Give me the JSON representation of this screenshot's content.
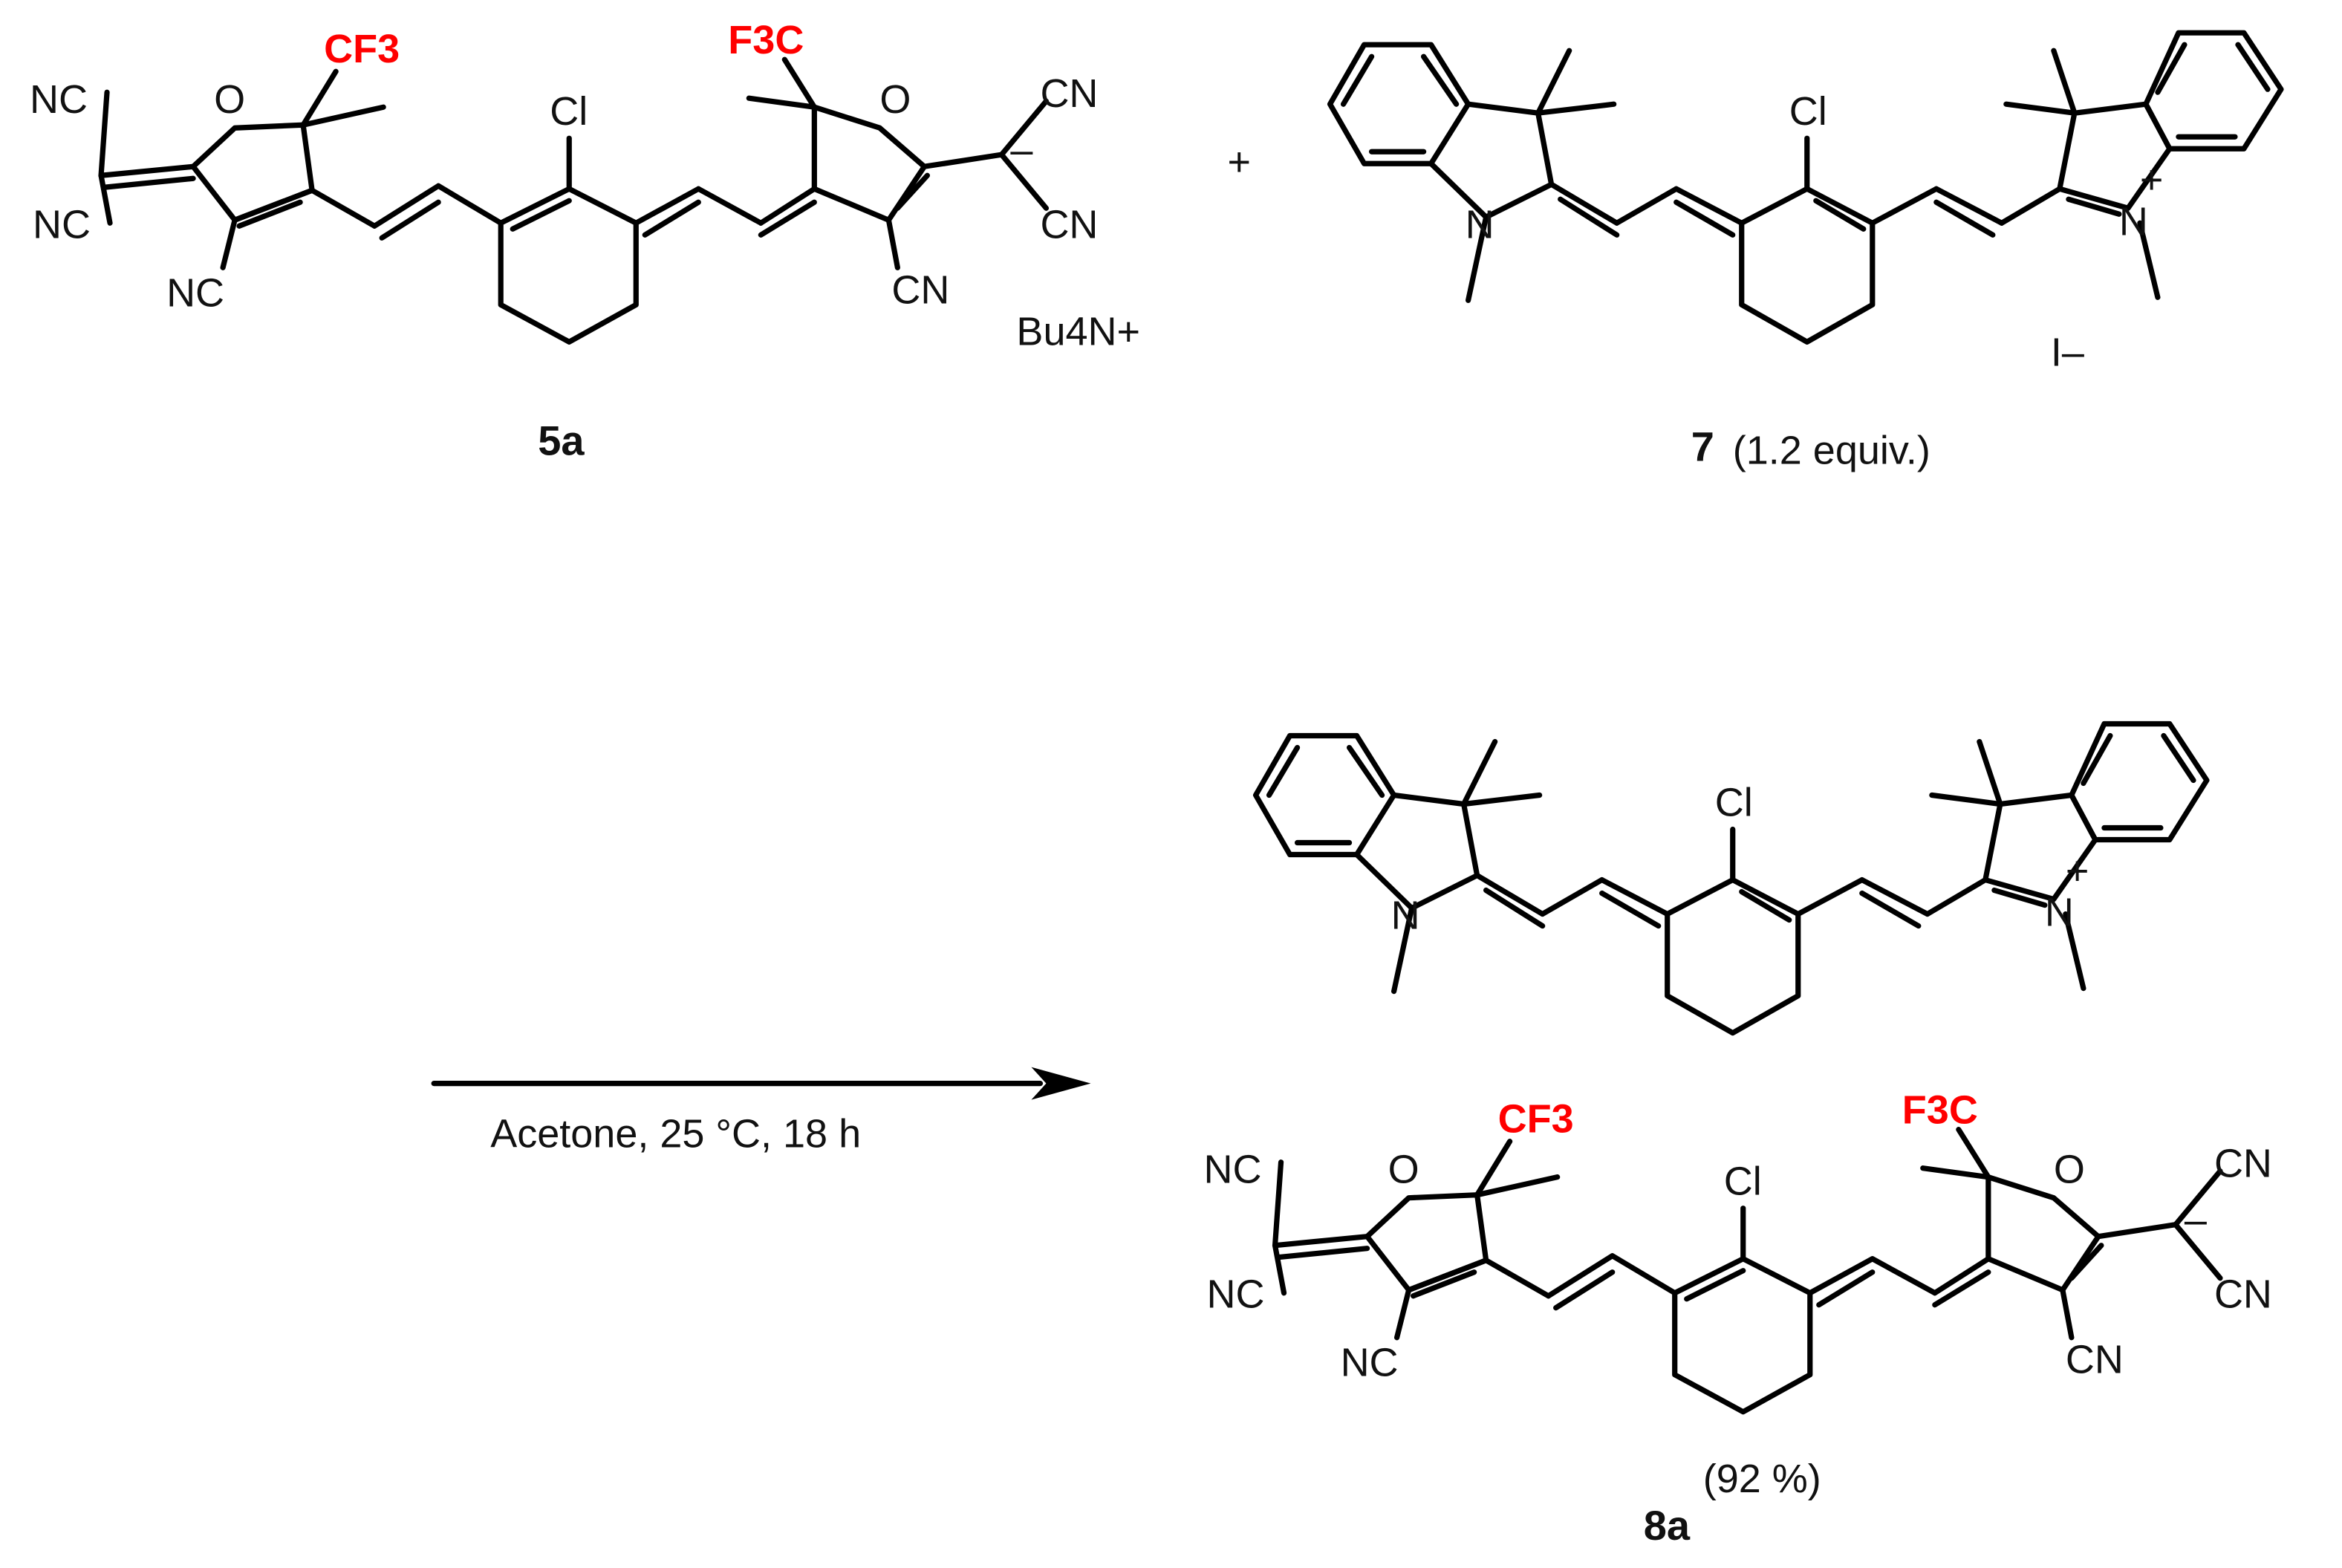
{
  "colors": {
    "ink": "#111111",
    "highlight": "#ff0000"
  },
  "compound_5a": {
    "label": "5a",
    "cf3_left": "CF3",
    "cf3_right": "F3C",
    "counterion": "Bu4N+",
    "atoms": {
      "o_left": "O",
      "o_right": "O",
      "cl": "Cl",
      "nc1": "NC",
      "nc2": "NC",
      "nc3": "NC",
      "cn1": "CN",
      "cn2": "CN",
      "cn3": "CN",
      "charge": "–"
    }
  },
  "plus_sign": "+",
  "compound_7": {
    "label": "7",
    "equiv": "(1.2 equiv.)",
    "atoms": {
      "n_left": "N",
      "n_right": "N",
      "n_charge": "+",
      "cl": "Cl"
    },
    "counterion": "I–"
  },
  "reaction": {
    "conditions": "Acetone, 25 °C, 18 h"
  },
  "product_8a": {
    "label": "8a",
    "yield": "(92 %)",
    "cation_atoms": {
      "n_left": "N",
      "n_right": "N",
      "n_charge": "+",
      "cl": "Cl"
    },
    "anion_atoms": {
      "cf3_left": "CF3",
      "cf3_right": "F3C",
      "o_left": "O",
      "o_right": "O",
      "cl": "Cl",
      "nc1": "NC",
      "nc2": "NC",
      "nc3": "NC",
      "cn1": "CN",
      "cn2": "CN",
      "cn3": "CN",
      "charge": "–"
    }
  }
}
